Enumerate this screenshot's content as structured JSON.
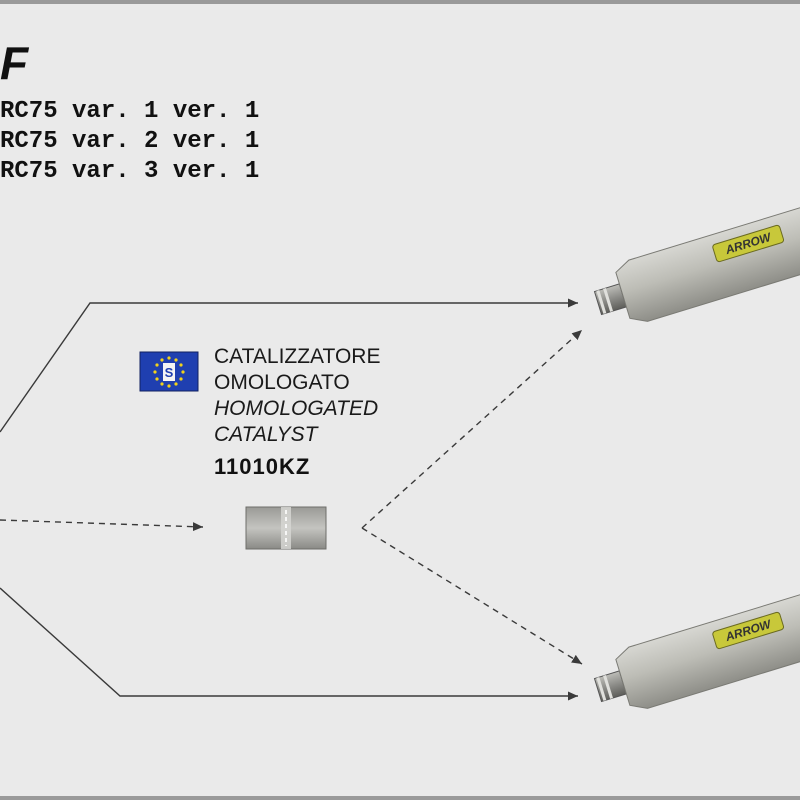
{
  "title": {
    "partial": "F",
    "lines": [
      "RC75 var. 1 ver. 1",
      "RC75 var. 2 ver. 1",
      "RC75 var. 3 ver. 1"
    ]
  },
  "catalyst": {
    "labels_it": [
      "CATALIZZATORE",
      "OMOLOGATO"
    ],
    "labels_en": [
      "HOMOLOGATED",
      "CATALYST"
    ],
    "code": "11010KZ"
  },
  "colors": {
    "background": "#eaeaea",
    "line": "#3a3a3a",
    "eu_blue": "#1f3fb0",
    "eu_star": "#f2d21a",
    "muffler_body": "#b7b7b0",
    "logo_band": "#c8c83a"
  },
  "icons": {
    "eu_flag": "eu-flag-icon",
    "catalyst_part": "catalyst-cylinder-icon",
    "muffler_top": "muffler-icon",
    "muffler_bottom": "muffler-icon"
  }
}
